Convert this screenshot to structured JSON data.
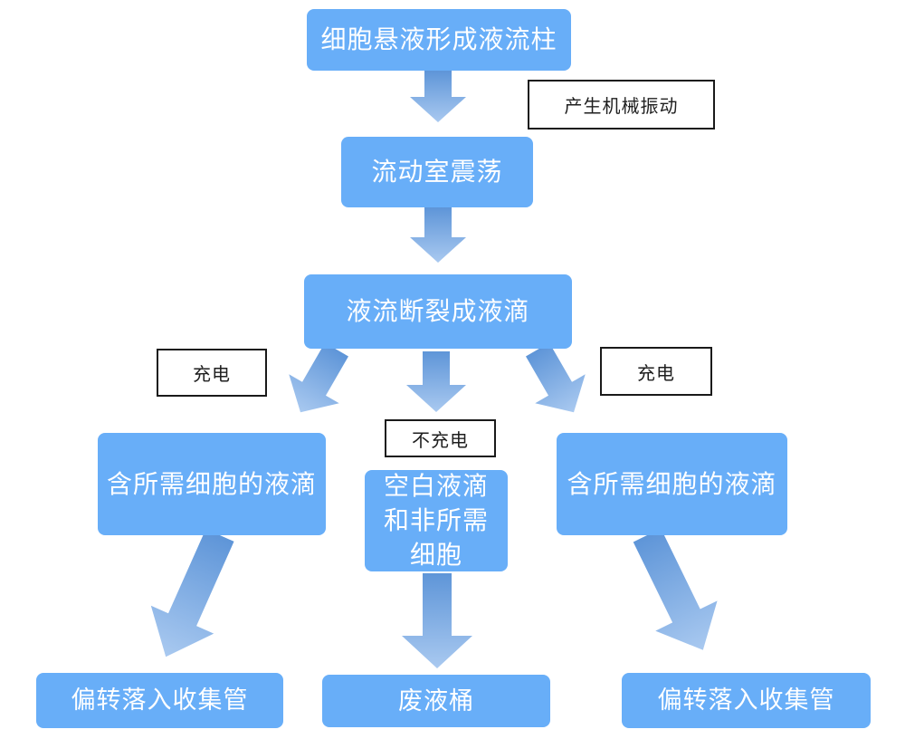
{
  "nodes": {
    "top": "细胞悬液形成液流柱",
    "flow_chamber": "流动室震荡",
    "breakup": "液流断裂成液滴",
    "desired_left": "含所需细胞的液滴",
    "blank_middle": "空白液滴\n和非所需\n细胞",
    "desired_right": "含所需细胞的液滴",
    "collect_left": "偏转落入收集管",
    "waste": "废液桶",
    "collect_right": "偏转落入收集管"
  },
  "labels": {
    "vibration": "产生机械振动",
    "charge_left": "充电",
    "charge_right": "充电",
    "no_charge": "不充电"
  },
  "colors": {
    "node_fill": "#68AEF8",
    "node_text": "#ffffff",
    "arrow_gradient_start": "#5E95D8",
    "arrow_gradient_end": "#A9C9F0",
    "label_border": "#1a1a1a",
    "label_text": "#1f1f1f",
    "background": "#ffffff"
  }
}
